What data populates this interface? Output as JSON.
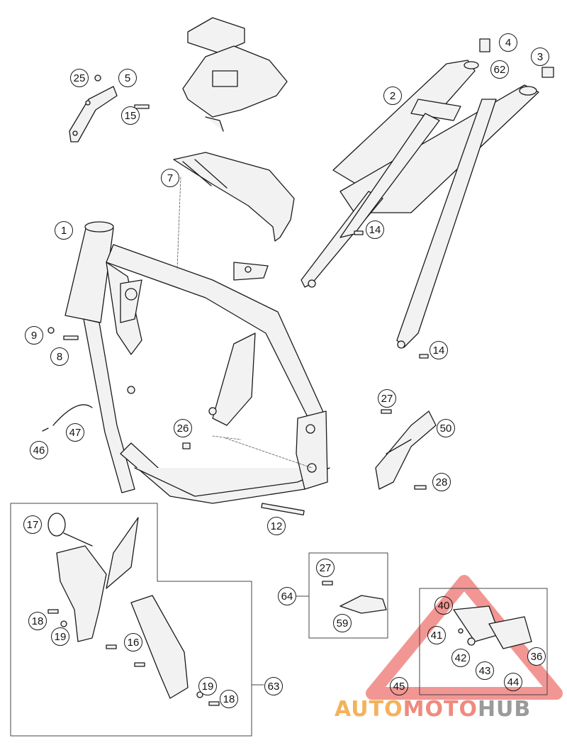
{
  "callouts": [
    {
      "id": "c1",
      "label": "1"
    },
    {
      "id": "c2",
      "label": "2"
    },
    {
      "id": "c3",
      "label": "3"
    },
    {
      "id": "c4",
      "label": "4"
    },
    {
      "id": "c5",
      "label": "5"
    },
    {
      "id": "c7",
      "label": "7"
    },
    {
      "id": "c8",
      "label": "8"
    },
    {
      "id": "c9",
      "label": "9"
    },
    {
      "id": "c12",
      "label": "12"
    },
    {
      "id": "c14a",
      "label": "14"
    },
    {
      "id": "c14b",
      "label": "14"
    },
    {
      "id": "c15",
      "label": "15"
    },
    {
      "id": "c16",
      "label": "16"
    },
    {
      "id": "c17",
      "label": "17"
    },
    {
      "id": "c18a",
      "label": "18"
    },
    {
      "id": "c18b",
      "label": "18"
    },
    {
      "id": "c19a",
      "label": "19"
    },
    {
      "id": "c19b",
      "label": "19"
    },
    {
      "id": "c25",
      "label": "25"
    },
    {
      "id": "c26",
      "label": "26"
    },
    {
      "id": "c27a",
      "label": "27"
    },
    {
      "id": "c27b",
      "label": "27"
    },
    {
      "id": "c28",
      "label": "28"
    },
    {
      "id": "c36",
      "label": "36"
    },
    {
      "id": "c40",
      "label": "40"
    },
    {
      "id": "c41",
      "label": "41"
    },
    {
      "id": "c42",
      "label": "42"
    },
    {
      "id": "c43",
      "label": "43"
    },
    {
      "id": "c44",
      "label": "44"
    },
    {
      "id": "c45",
      "label": "45"
    },
    {
      "id": "c46",
      "label": "46"
    },
    {
      "id": "c47",
      "label": "47"
    },
    {
      "id": "c50",
      "label": "50"
    },
    {
      "id": "c59",
      "label": "59"
    },
    {
      "id": "c62",
      "label": "62"
    },
    {
      "id": "c63",
      "label": "63"
    },
    {
      "id": "c64",
      "label": "64"
    }
  ],
  "watermark": {
    "part1": "AUTO",
    "part2": "MOTO",
    "part3": "HUB",
    "colors": {
      "auto": "#f4b25c",
      "moto": "#f08a7e",
      "hub": "#9a9a9a",
      "triangle": "#e8403a"
    }
  },
  "colors": {
    "line": "#1a1a1a",
    "part_fill": "#f2f2f2",
    "background": "#ffffff"
  }
}
